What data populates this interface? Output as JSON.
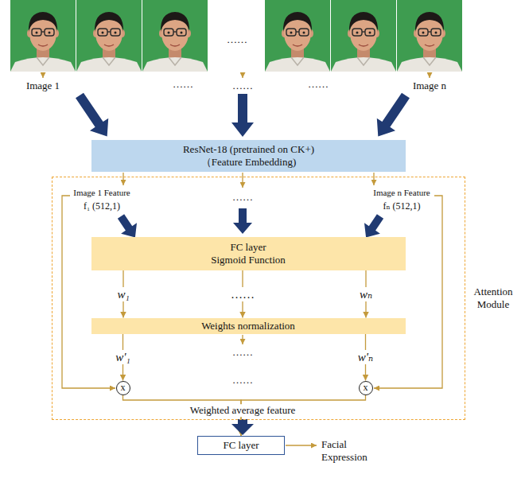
{
  "diagram": {
    "nodes": [
      {
        "text": [
          "ResNet-18 (pretrained on CK+)",
          "（Feature Embedding)"
        ]
      },
      {
        "text": [
          "Attention Module"
        ]
      },
      {
        "text": [
          "FC layer",
          "Sigmoid Function"
        ],
        "in": 1
      },
      {
        "text": [
          "Weights normalization"
        ],
        "in": 1
      },
      {
        "text": [
          "x"
        ],
        "in": 1
      },
      {
        "text": [
          "x"
        ],
        "in": 1
      },
      {
        "text": [
          "FC layer"
        ]
      }
    ],
    "edges": [
      {
        "from": 2,
        "to": 3,
        "arrow": "to",
        "label": "w₁"
      },
      {
        "from": 2,
        "to": 3,
        "arrow": "to",
        "label": "……"
      },
      {
        "from": 2,
        "to": 3,
        "arrow": "to",
        "label": "wₙ"
      },
      {
        "from": 3,
        "to": 4,
        "arrow": "to",
        "label": "w'₁"
      },
      {
        "from": 3,
        "to": 5,
        "arrow": "to",
        "label": "w'ₙ"
      },
      {
        "from": 4,
        "to": 6,
        "arrow": "to"
      },
      {
        "from": 5,
        "to": 6,
        "arrow": "to"
      }
    ],
    "labels": [
      "……",
      "Image 1",
      "……",
      "……",
      "……",
      "Image n",
      "Image 1 Feature",
      "f₁ (512,1)",
      "……",
      "Image n Feature",
      "fₙ (512,1)",
      "……",
      "……",
      "Weighted average feature",
      "Facial Expression"
    ]
  }
}
